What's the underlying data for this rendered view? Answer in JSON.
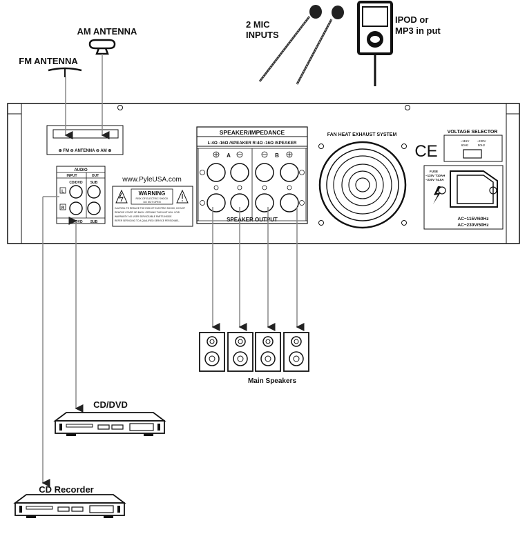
{
  "labels": {
    "am_antenna": "AM ANTENNA",
    "fm_antenna": "FM ANTENNA",
    "mic_line1": "2 MIC",
    "mic_line2": "INPUTS",
    "ipod_line1": "IPOD or",
    "ipod_line2": "MP3 in put",
    "antenna_terminal": "⊕ FM ⊖  ANTENNA  ⊖ AM ⊕",
    "audio_title": "AUDIO",
    "audio_input": "INPUT",
    "audio_out": "OUT",
    "audio_cddvd": "CD/DVD",
    "audio_sub": "SUB",
    "audio_cddvd_bottom": "CD/DVD",
    "audio_sub_bottom": "SUB",
    "audio_left": "L",
    "audio_right": "R",
    "website": "www.PyleUSA.com",
    "warning_title": "WARNING",
    "warning_sub1": "RISK OF ELECTRIC SHOCK",
    "warning_sub2": "DO NOT OPEN",
    "caution_line1": "CAUTION: TO REDUCE THE RISK OF ELECTRIC SHOCK, DO NOT",
    "caution_line2": "REMOVE COVER OR BACK. OPENING THIS UNIT WILL VOID",
    "caution_line3": "WARRANTY. NO USER SERVICEABLE PARTS INSIDE.",
    "caution_line4": "REFER SERVICING TO A QUALIFIED SERVICE PERSONNEL.",
    "speaker_impedance": "SPEAKER/IMPEDANCE",
    "impedance_values": "L:4Ω -16Ω /SPEAKER   R:4Ω -16Ω /SPEAKER",
    "group_a": "A",
    "group_b": "B",
    "speaker_output": "SPEAKER OUTPUT",
    "fan": "FAN HEAT EXHAUST SYSTEM",
    "voltage_selector": "VOLTAGE SELECTOR",
    "ce_mark": "CE",
    "volt_115": "~115V",
    "hz_60": "60Hz",
    "volt_230": "~230V",
    "hz_50": "50Hz",
    "fuse_title": "FUSE",
    "fuse_115": "~115V T10AH",
    "fuse_230": "~230V T4.5A",
    "ac_115": "AC~115V/60Hz",
    "ac_230": "AC~230V/50Hz",
    "main_speakers": "Main Speakers",
    "cd_dvd": "CD/DVD",
    "cd_recorder": "CD Recorder"
  }
}
